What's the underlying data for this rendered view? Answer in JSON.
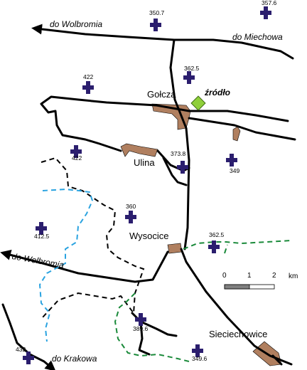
{
  "towns": {
    "golcza": "Gołcza",
    "ulina": "Ulina",
    "wysocice": "Wysocice",
    "sieciechowice": "Sieciechowice"
  },
  "source_label": "źródło",
  "roads": {
    "to_wolbromia_north": "do Wolbromia",
    "to_miechowa": "do Miechowa",
    "to_wolbromia_west": "do Wolbromia",
    "to_krakowa": "do Krakowa"
  },
  "elevations": [
    "357.6",
    "350.7",
    "362.5",
    "422",
    "373.8",
    "422",
    "349",
    "360",
    "412.5",
    "362.5",
    "389.6",
    "349.6",
    "432"
  ],
  "scale": {
    "ticks": [
      "0",
      "1",
      "2"
    ],
    "unit": "km"
  },
  "colors": {
    "road": "#000000",
    "settlement": "#b07f5f",
    "spring": "#8fcf3a",
    "elevation_marker": "#2b1e6e",
    "trail_green": "#1a8a3a",
    "trail_blue": "#2aa3e0",
    "trail_black": "#000000"
  }
}
